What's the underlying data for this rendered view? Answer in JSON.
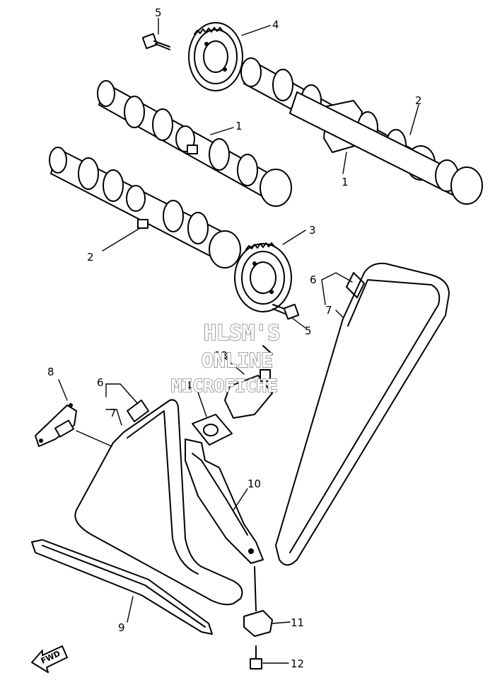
{
  "labels": {
    "l1a": "1",
    "l1b": "1",
    "l2a": "2",
    "l2b": "2",
    "l3": "3",
    "l4a": "4",
    "l4b": "4",
    "l5a": "5",
    "l5b": "5",
    "l6a": "6",
    "l6b": "6",
    "l7a": "7",
    "l7b": "7",
    "l8": "8",
    "l9": "9",
    "l10": "10",
    "l11": "11",
    "l12": "12",
    "l13": "13"
  },
  "watermark": {
    "line1": "HLSM'S",
    "line2": "ONLINE",
    "line3": "MICROFICHE"
  },
  "fwd_label": "FWD"
}
